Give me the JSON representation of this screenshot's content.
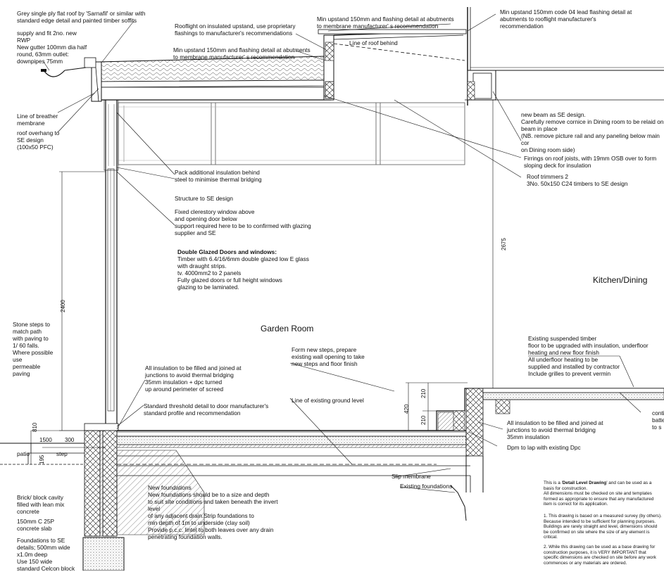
{
  "labels": {
    "roof_ply": "Grey single ply flat roof by 'Sarnafil' or similar with\nstandard edge detail and painted timber soffits",
    "rwp": "supply and fit 2no. new\nRWP\nNew gutter 100mm dia half\nround, 63mm outlet:\ndownpipes 75mm",
    "rooflight_upstand": "Rooflight on insulated upstand, use proprietary\nflashings to manufacturer's recommendations",
    "min_upstand_a": "Min upstand 150mm and flashing detail at abutments\nto membrane manufacturer' s recommendation",
    "min_upstand_b": "Min upstand 150mm and flashing detail at abutments\nto membrane manufacturer' s recommendation",
    "lead_flashing": "Min upstand 150mm code 04 lead flashing detail at\nabutments to rooflight manufacturer's\nrecommendation",
    "line_roof_behind": "Line of roof behind",
    "breather": "Line of breather\nmembrane",
    "overhang": "roof overhang to\nSE design\n(100x50 PFC)",
    "new_beam": "new beam as SE design.\nCarefully remove cornice in Dining room  to be relaid on\nbeam in place\n(NB. remove picture rail and any paneling below main cor\non Dining room side)",
    "firrings": "Firrings on roof joists, with 19mm OSB over to form\nsloping deck for insulation",
    "trimmers": "Roof trimmers 2\n3No. 50x150 C24 timbers to SE design",
    "pack_insulation": "Pack additional insulation behind\nsteel to minimise thermal bridging",
    "structure_se": "Structure to SE design",
    "clerestory": "Fixed clerestory window above\nand opening door below\nsupport required here to be to confirmed with glazing\nsupplier and SE",
    "glazing_title": "Double Glazed Doors and windows:",
    "glazing_body": "Timber with 6.4/16/6mm double glazed low E glass\nwith draught strips.\ntv. 4000mm2 to 2 panels\nFully glazed doors or full height windows\nglazing to be laminated.",
    "kitchen": "Kitchen/Dining",
    "garden_room": "Garden Room",
    "stone_steps": "Stone steps to\nmatch path\nwith paving to\n1/ 60 falls.\nWhere possible\nuse\npermeable\npaving",
    "insulation_filled_a": "All insulation to be filled and joined at\njunctions to avoid thermal bridging\n35mm insulation + dpc turned\nup around perimeter of screed",
    "threshold": "Standard threshold detail to door manufacturer's\nstandard profile and recommendation",
    "new_steps": "Form new steps, prepare\nexisting wall opening to take\nnew steps and floor finish",
    "ground_level": "Line of existing ground level",
    "suspended_floor": "Existing suspended timber\nfloor to be upgraded with insulation, underfloor\nheating and new floor finish\nAll underfloor heating to be\nsupplied and installed by contractor\nInclude grilles to prevent vermin",
    "cont_right": "conti\nbatte\nto s",
    "insulation_filled_b": "All insulation to be filled and joined at\njunctions to avoid thermal bridging\n35mm insulation",
    "dpm": "Dpm to lap with existing Dpc",
    "slip": "Slip membrane",
    "existing_foundations": "Existing foundations",
    "patio": "patio",
    "step": "step",
    "brick_cavity": "Brick/ block cavity\nfilled with lean mix\nconcrete",
    "slab": "150mm C 25P\nconcrete slab",
    "foundations_se": "Foundations to SE\ndetails; 500mm wide\nx1.0m deep\nUse 150 wide\nstandard Celcon block",
    "new_foundations": "New foundations\nNew foundations should be to a size and depth\nto suit site conditions and taken beneath the invert\nlevel\nof any adjacent drain.Strip foundations to\nmin depth of 1m to underside (clay soil)\nProvide p.c.c. lintel to both leaves over any drain\npenetrating foundation walls."
  },
  "notes": {
    "n1_lead": "This is a '",
    "n1_bold": "Detail Level Drawing",
    "n1_tail": "'  and can be used as a\nbasis for construction.\nAll dimensions must be checked on site and templates\nformed as appropriate to ensure that any manufactured\nitem is correct for its application.",
    "n2": "1. This drawing is based on a measured survey (by others).\nBecause intended to be sufficient for planning purposes.\nBuildings are rarely straight and level, dimensions should\nbe confirmed on site where the size of any element is\ncritical.",
    "n3": "2. While this drawing can be used as a base drawing for\nconstruction purposes, it is VERY IMPORTANT that\nspecific dimensions are checked on site before any work\ncommences or any materials are ordered."
  },
  "dimensions": {
    "d2400": "2400",
    "d2675": "2675",
    "d810": "810",
    "d1500": "1500",
    "d300": "300",
    "d195": "195",
    "d420": "420",
    "d210a": "210",
    "d210b": "210"
  }
}
